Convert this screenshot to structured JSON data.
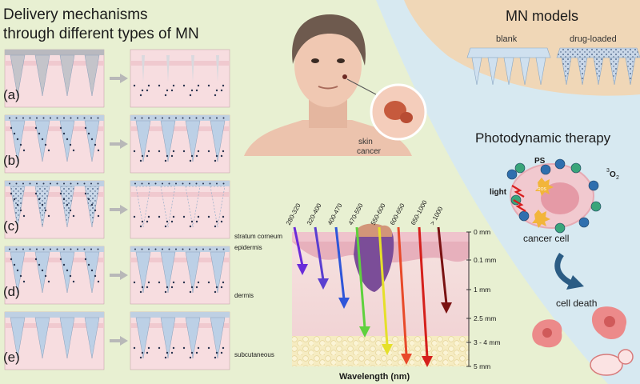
{
  "left_panel": {
    "title_line1": "Delivery mechanisms",
    "title_line2": "through different types of MN",
    "rows": [
      {
        "label": "(a)"
      },
      {
        "label": "(b)"
      },
      {
        "label": "(c)"
      },
      {
        "label": "(d)"
      },
      {
        "label": "(e)"
      }
    ]
  },
  "center_top": {
    "callout_line1": "skin",
    "callout_line2": "cancer"
  },
  "mn_models": {
    "title": "MN models",
    "blank_label": "blank",
    "loaded_label": "drug-loaded"
  },
  "pdt": {
    "title": "Photodynamic therapy",
    "ps_label": "PS",
    "light_label": "light",
    "oxygen_sup": "3",
    "oxygen_label": "O",
    "oxygen_sub": "2",
    "ros_label": "ROS",
    "cell_label": "cancer cell",
    "death_label": "cell death"
  },
  "skin_diagram": {
    "layers": [
      "stratum corneum",
      "epidermis",
      "dermis",
      "subcutaneous"
    ],
    "depths": [
      "0 mm",
      "0.1 mm",
      "1 mm",
      "2.5 mm",
      "3 - 4 mm",
      "5 mm"
    ],
    "wavelengths": [
      "280-320",
      "320-400",
      "400-470",
      "470-550",
      "550-600",
      "600-650",
      "650-1000",
      "> 1000"
    ],
    "xlabel": "Wavelength (nm)"
  },
  "colors": {
    "left_bg": "#e8f0d2",
    "right_bg": "#d7e9f1",
    "mn_bg": "#f0d7b7",
    "skin_pink": "#f3d4d6",
    "needle": "#b8c9de",
    "arrows": [
      "#6a2bd9",
      "#5a3fd0",
      "#2f56d9",
      "#5fd13d",
      "#e5e02a",
      "#e84a2a",
      "#d5201c",
      "#7a1212"
    ]
  }
}
